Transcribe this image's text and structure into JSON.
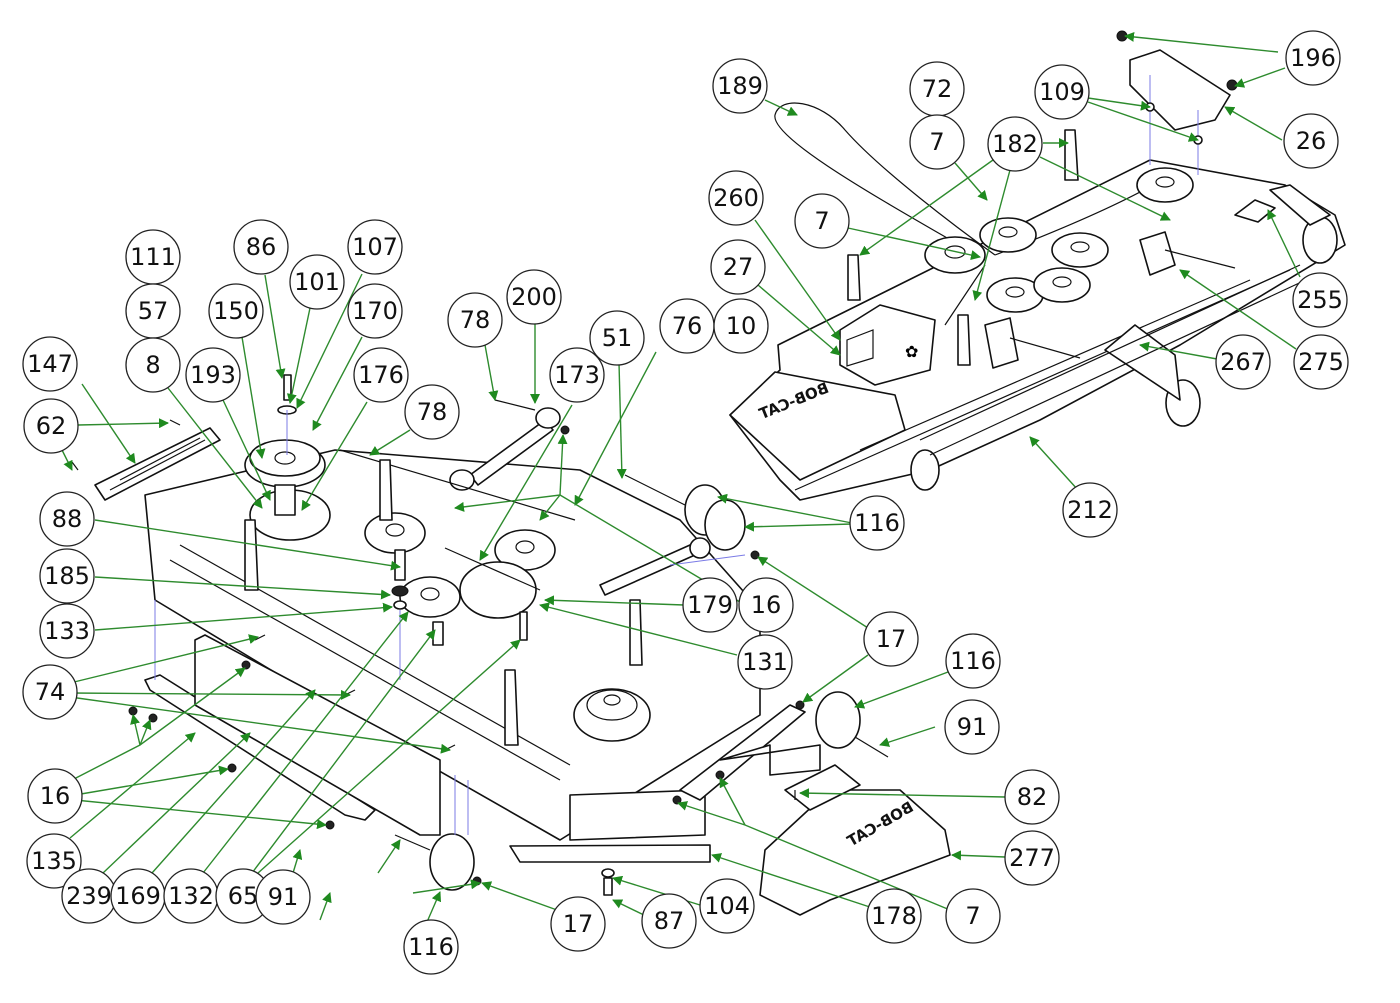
{
  "diagram": {
    "title": "Mower deck exploded parts diagram",
    "colors": {
      "leader": "#2e8b2e",
      "arrowhead": "#1f8a1f",
      "assembly_line": "#7b7be6",
      "outline": "#111111",
      "background": "#ffffff"
    },
    "logo_text": "BOB-CAT",
    "callouts": [
      {
        "id": "c196",
        "label": "196"
      },
      {
        "id": "c189",
        "label": "189"
      },
      {
        "id": "c72",
        "label": "72"
      },
      {
        "id": "c109",
        "label": "109"
      },
      {
        "id": "c7a",
        "label": "7"
      },
      {
        "id": "c182",
        "label": "182"
      },
      {
        "id": "c26",
        "label": "26"
      },
      {
        "id": "c260",
        "label": "260"
      },
      {
        "id": "c7b",
        "label": "7"
      },
      {
        "id": "c27",
        "label": "27"
      },
      {
        "id": "c255",
        "label": "255"
      },
      {
        "id": "c111",
        "label": "111"
      },
      {
        "id": "c86",
        "label": "86"
      },
      {
        "id": "c107",
        "label": "107"
      },
      {
        "id": "c101",
        "label": "101"
      },
      {
        "id": "c57",
        "label": "57"
      },
      {
        "id": "c150",
        "label": "150"
      },
      {
        "id": "c170",
        "label": "170"
      },
      {
        "id": "c200",
        "label": "200"
      },
      {
        "id": "c78a",
        "label": "78"
      },
      {
        "id": "c51",
        "label": "51"
      },
      {
        "id": "c76",
        "label": "76"
      },
      {
        "id": "c10",
        "label": "10"
      },
      {
        "id": "c267",
        "label": "267"
      },
      {
        "id": "c275",
        "label": "275"
      },
      {
        "id": "c147",
        "label": "147"
      },
      {
        "id": "c8",
        "label": "8"
      },
      {
        "id": "c193",
        "label": "193"
      },
      {
        "id": "c173",
        "label": "173"
      },
      {
        "id": "c176",
        "label": "176"
      },
      {
        "id": "c62",
        "label": "62"
      },
      {
        "id": "c78b",
        "label": "78"
      },
      {
        "id": "c212",
        "label": "212"
      },
      {
        "id": "c88",
        "label": "88"
      },
      {
        "id": "c116a",
        "label": "116"
      },
      {
        "id": "c185",
        "label": "185"
      },
      {
        "id": "c179",
        "label": "179"
      },
      {
        "id": "c16a",
        "label": "16"
      },
      {
        "id": "c133",
        "label": "133"
      },
      {
        "id": "c17a",
        "label": "17"
      },
      {
        "id": "c131",
        "label": "131"
      },
      {
        "id": "c116b",
        "label": "116"
      },
      {
        "id": "c74",
        "label": "74"
      },
      {
        "id": "c91a",
        "label": "91"
      },
      {
        "id": "c16b",
        "label": "16"
      },
      {
        "id": "c82",
        "label": "82"
      },
      {
        "id": "c277",
        "label": "277"
      },
      {
        "id": "c135",
        "label": "135"
      },
      {
        "id": "c239",
        "label": "239"
      },
      {
        "id": "c169",
        "label": "169"
      },
      {
        "id": "c132",
        "label": "132"
      },
      {
        "id": "c65",
        "label": "65"
      },
      {
        "id": "c91b",
        "label": "91"
      },
      {
        "id": "c104",
        "label": "104"
      },
      {
        "id": "c178",
        "label": "178"
      },
      {
        "id": "c7c",
        "label": "7"
      },
      {
        "id": "c87",
        "label": "87"
      },
      {
        "id": "c17b",
        "label": "17"
      },
      {
        "id": "c116c",
        "label": "116"
      }
    ]
  }
}
